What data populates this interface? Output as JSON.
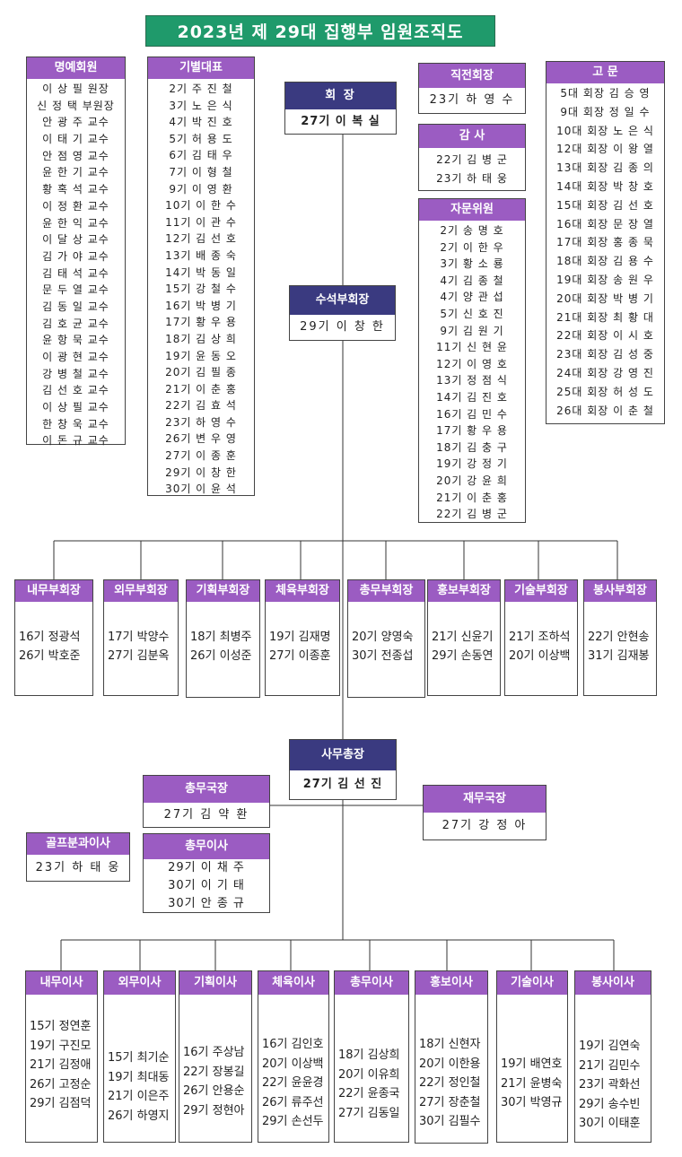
{
  "title": "2023년 제 29대 집행부 임원조직도",
  "honorary": {
    "title": "명예회원",
    "members": [
      "이 상 필 원장",
      "신 정 택 부원장",
      "안 광 주 교수",
      "이 태 기 교수",
      "안 점 영 교수",
      "윤 한 기 교수",
      "황 혹 석 교수",
      "이 정 환 교수",
      "윤 한 익 교수",
      "이 달 상 교수",
      "김 가 야 교수",
      "김 태 석 교수",
      "문 두 열 교수",
      "김 동 일 교수",
      "김 호 균 교수",
      "윤 항 묵 교수",
      "이 광 현 교수",
      "강 병 철 교수",
      "김 선 호 교수",
      "이 상 필 교수",
      "한 창 욱 교수",
      "이 돈 규 교수"
    ]
  },
  "class_reps": {
    "title": "기별대표",
    "members": [
      "2기 주 진 철",
      "3기 노 은 식",
      "4기 박 진 호",
      "5기 허 용 도",
      "6기 김 태 우",
      "7기 이 형 철",
      "9기 이 영 환",
      "10기 이 한 수",
      "11기 이 관 수",
      "12기 김 선 호",
      "13기 배 종 숙",
      "14기 박 동 일",
      "15기 강 철 수",
      "16기 박 병 기",
      "17기 황 우 용",
      "18기 김 상 희",
      "19기 윤 동 오",
      "20기 김 필 종",
      "21기 이 춘 홍",
      "22기 김 효 석",
      "23기 하 영 수",
      "26기 변 우 영",
      "27기 이 종 훈",
      "29기 이 창 한",
      "30기 이 윤 석"
    ]
  },
  "president": {
    "title": "회 장",
    "name": "27기 이 복 실"
  },
  "former_president": {
    "title": "직전회장",
    "name": "23기 하 영 수"
  },
  "auditor": {
    "title": "감 사",
    "members": [
      "22기 김 병 군",
      "23기 하 태 웅"
    ]
  },
  "advisory": {
    "title": "자문위원",
    "members": [
      "2기 송 명 호",
      "2기 이 한 우",
      "3기 황 소 룡",
      "4기 김 종 철",
      "4기 양 관 섭",
      "5기 신 호 진",
      "9기 김 원 기",
      "11기 신 현 윤",
      "12기 이 영 호",
      "13기 정 점 식",
      "14기 김 진 호",
      "16기 김 민 수",
      "17기 황 우 용",
      "18기 김 충 구",
      "19기 강 정 기",
      "20기 강 윤 희",
      "21기 이 춘 홍",
      "22기 김 병 군"
    ]
  },
  "advisors": {
    "title": "고 문",
    "members": [
      "5대 회장 김 승 영",
      "9대 회장 정 일 수",
      "10대 회장 노 은 식",
      "12대 회장 이 왕 열",
      "13대 회장 김 종 의",
      "14대 회장 박 창 호",
      "15대 회장 김 선 호",
      "16대 회장 문 장 열",
      "17대 회장 홍 종 묵",
      "18대 회장 김 용 수",
      "19대 회장 송 원 우",
      "20대 회장 박 병 기",
      "21대 회장 최 황 대",
      "22대 회장 이 시 호",
      "23대 회장 김 성 중",
      "24대 회장 강 영 진",
      "25대 회장 허 성 도",
      "26대 회장 이 춘 철"
    ]
  },
  "senior_vp": {
    "title": "수석부회장",
    "name": "29기 이 창 한"
  },
  "vps": [
    {
      "title": "내무부회장",
      "members": [
        "16기 정광석",
        "26기 박호준"
      ]
    },
    {
      "title": "외무부회장",
      "members": [
        "17기 박양수",
        "27기 김분옥"
      ]
    },
    {
      "title": "기획부회장",
      "members": [
        "18기 최병주",
        "26기 이성준"
      ]
    },
    {
      "title": "체육부회장",
      "members": [
        "19기 김재명",
        "27기 이종훈"
      ]
    },
    {
      "title": "총무부회장",
      "members": [
        "20기 양영숙",
        "30기 전종섭"
      ]
    },
    {
      "title": "홍보부회장",
      "members": [
        "21기 신윤기",
        "29기 손동연"
      ]
    },
    {
      "title": "기술부회장",
      "members": [
        "21기 조하석",
        "20기 이상백"
      ]
    },
    {
      "title": "봉사부회장",
      "members": [
        "22기 안현송",
        "31기 김재봉"
      ]
    }
  ],
  "secretary_general": {
    "title": "사무총장",
    "name": "27기 김 선 진"
  },
  "general_affairs_director": {
    "title": "총무국장",
    "name": "27기 김 약 환"
  },
  "finance_director": {
    "title": "재무국장",
    "name": "27기 강 정 아"
  },
  "golf_director": {
    "title": "골프분과이사",
    "name": "23기 하 태 웅"
  },
  "general_directors": {
    "title": "총무이사",
    "members": [
      "29기 이 채 주",
      "30기 이 기 태",
      "30기 안 종 규"
    ]
  },
  "directors": [
    {
      "title": "내무이사",
      "members": [
        "15기 정연훈",
        "19기 구진모",
        "21기 김정애",
        "26기 고정순",
        "29기 김점덕"
      ]
    },
    {
      "title": "외무이사",
      "members": [
        "15기 최기순",
        "19기 최대동",
        "21기 이은주",
        "26기 하영지"
      ]
    },
    {
      "title": "기획이사",
      "members": [
        "16기 주상남",
        "22기 장봉길",
        "26기 안용순",
        "29기 정현아"
      ]
    },
    {
      "title": "체육이사",
      "members": [
        "16기 김인호",
        "20기 이상백",
        "22기 윤윤경",
        "26기 류주선",
        "29기 손선두"
      ]
    },
    {
      "title": "총무이사",
      "members": [
        "18기 김상희",
        "20기 이유희",
        "22기 윤종국",
        "27기 김동일"
      ]
    },
    {
      "title": "홍보이사",
      "members": [
        "18기 신현자",
        "20기 이한용",
        "22기 정인철",
        "27기 장춘철",
        "30기 김필수"
      ]
    },
    {
      "title": "기술이사",
      "members": [
        "19기 배연호",
        "21기 윤병숙",
        "30기 박영규"
      ]
    },
    {
      "title": "봉사이사",
      "members": [
        "19기 김연숙",
        "21기 김민수",
        "23기 곽화선",
        "29기 송수빈",
        "30기 이태훈"
      ]
    }
  ]
}
